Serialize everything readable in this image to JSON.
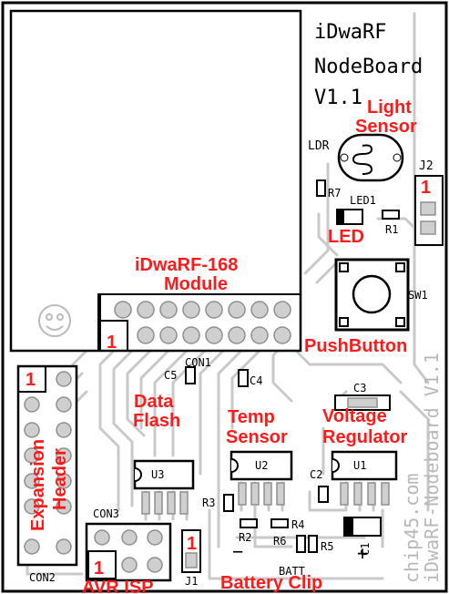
{
  "board": {
    "name_lines": [
      "iDwaRF",
      "NodeBoard",
      "V1.1"
    ],
    "vertical_watermark_1": "chip45.com",
    "vertical_watermark_2": "iDwaRF-Nodeboard V1.1"
  },
  "annotations": {
    "light_sensor_1": "Light",
    "light_sensor_2": "Sensor",
    "led": "LED",
    "module_1": "iDwaRF-168",
    "module_2": "Module",
    "pushbutton": "PushButton",
    "expansion_1": "Expansion",
    "expansion_2": "Header",
    "dataflash_1": "Data",
    "dataflash_2": "Flash",
    "temp_1": "Temp",
    "temp_2": "Sensor",
    "volt_1": "Voltage",
    "volt_2": "Regulator",
    "avr_isp": "AVR ISP",
    "battery_clip": "Battery Clip",
    "pin1_labels": [
      "1",
      "1",
      "1",
      "1",
      "1"
    ]
  },
  "silkscreen": {
    "ldr": "LDR",
    "r7": "R7",
    "led1": "LED1",
    "r1": "R1",
    "j2": "J2",
    "sw1": "SW1",
    "con1": "CON1",
    "c5": "C5",
    "c4": "C4",
    "c3": "C3",
    "u3": "U3",
    "u2": "U2",
    "u1": "U1",
    "c2": "C2",
    "r3": "R3",
    "r2": "R2",
    "r4": "R4",
    "r6": "R6",
    "r5": "R5",
    "c1": "C1",
    "con3": "CON3",
    "con2": "CON2",
    "j1": "J1",
    "batt": "BATT",
    "minus": "−",
    "plus": "+"
  },
  "colors": {
    "annotation": "#ff1a1a",
    "trace": "#c9c9c9",
    "pad": "#cfcfcf",
    "outline": "#000000"
  }
}
